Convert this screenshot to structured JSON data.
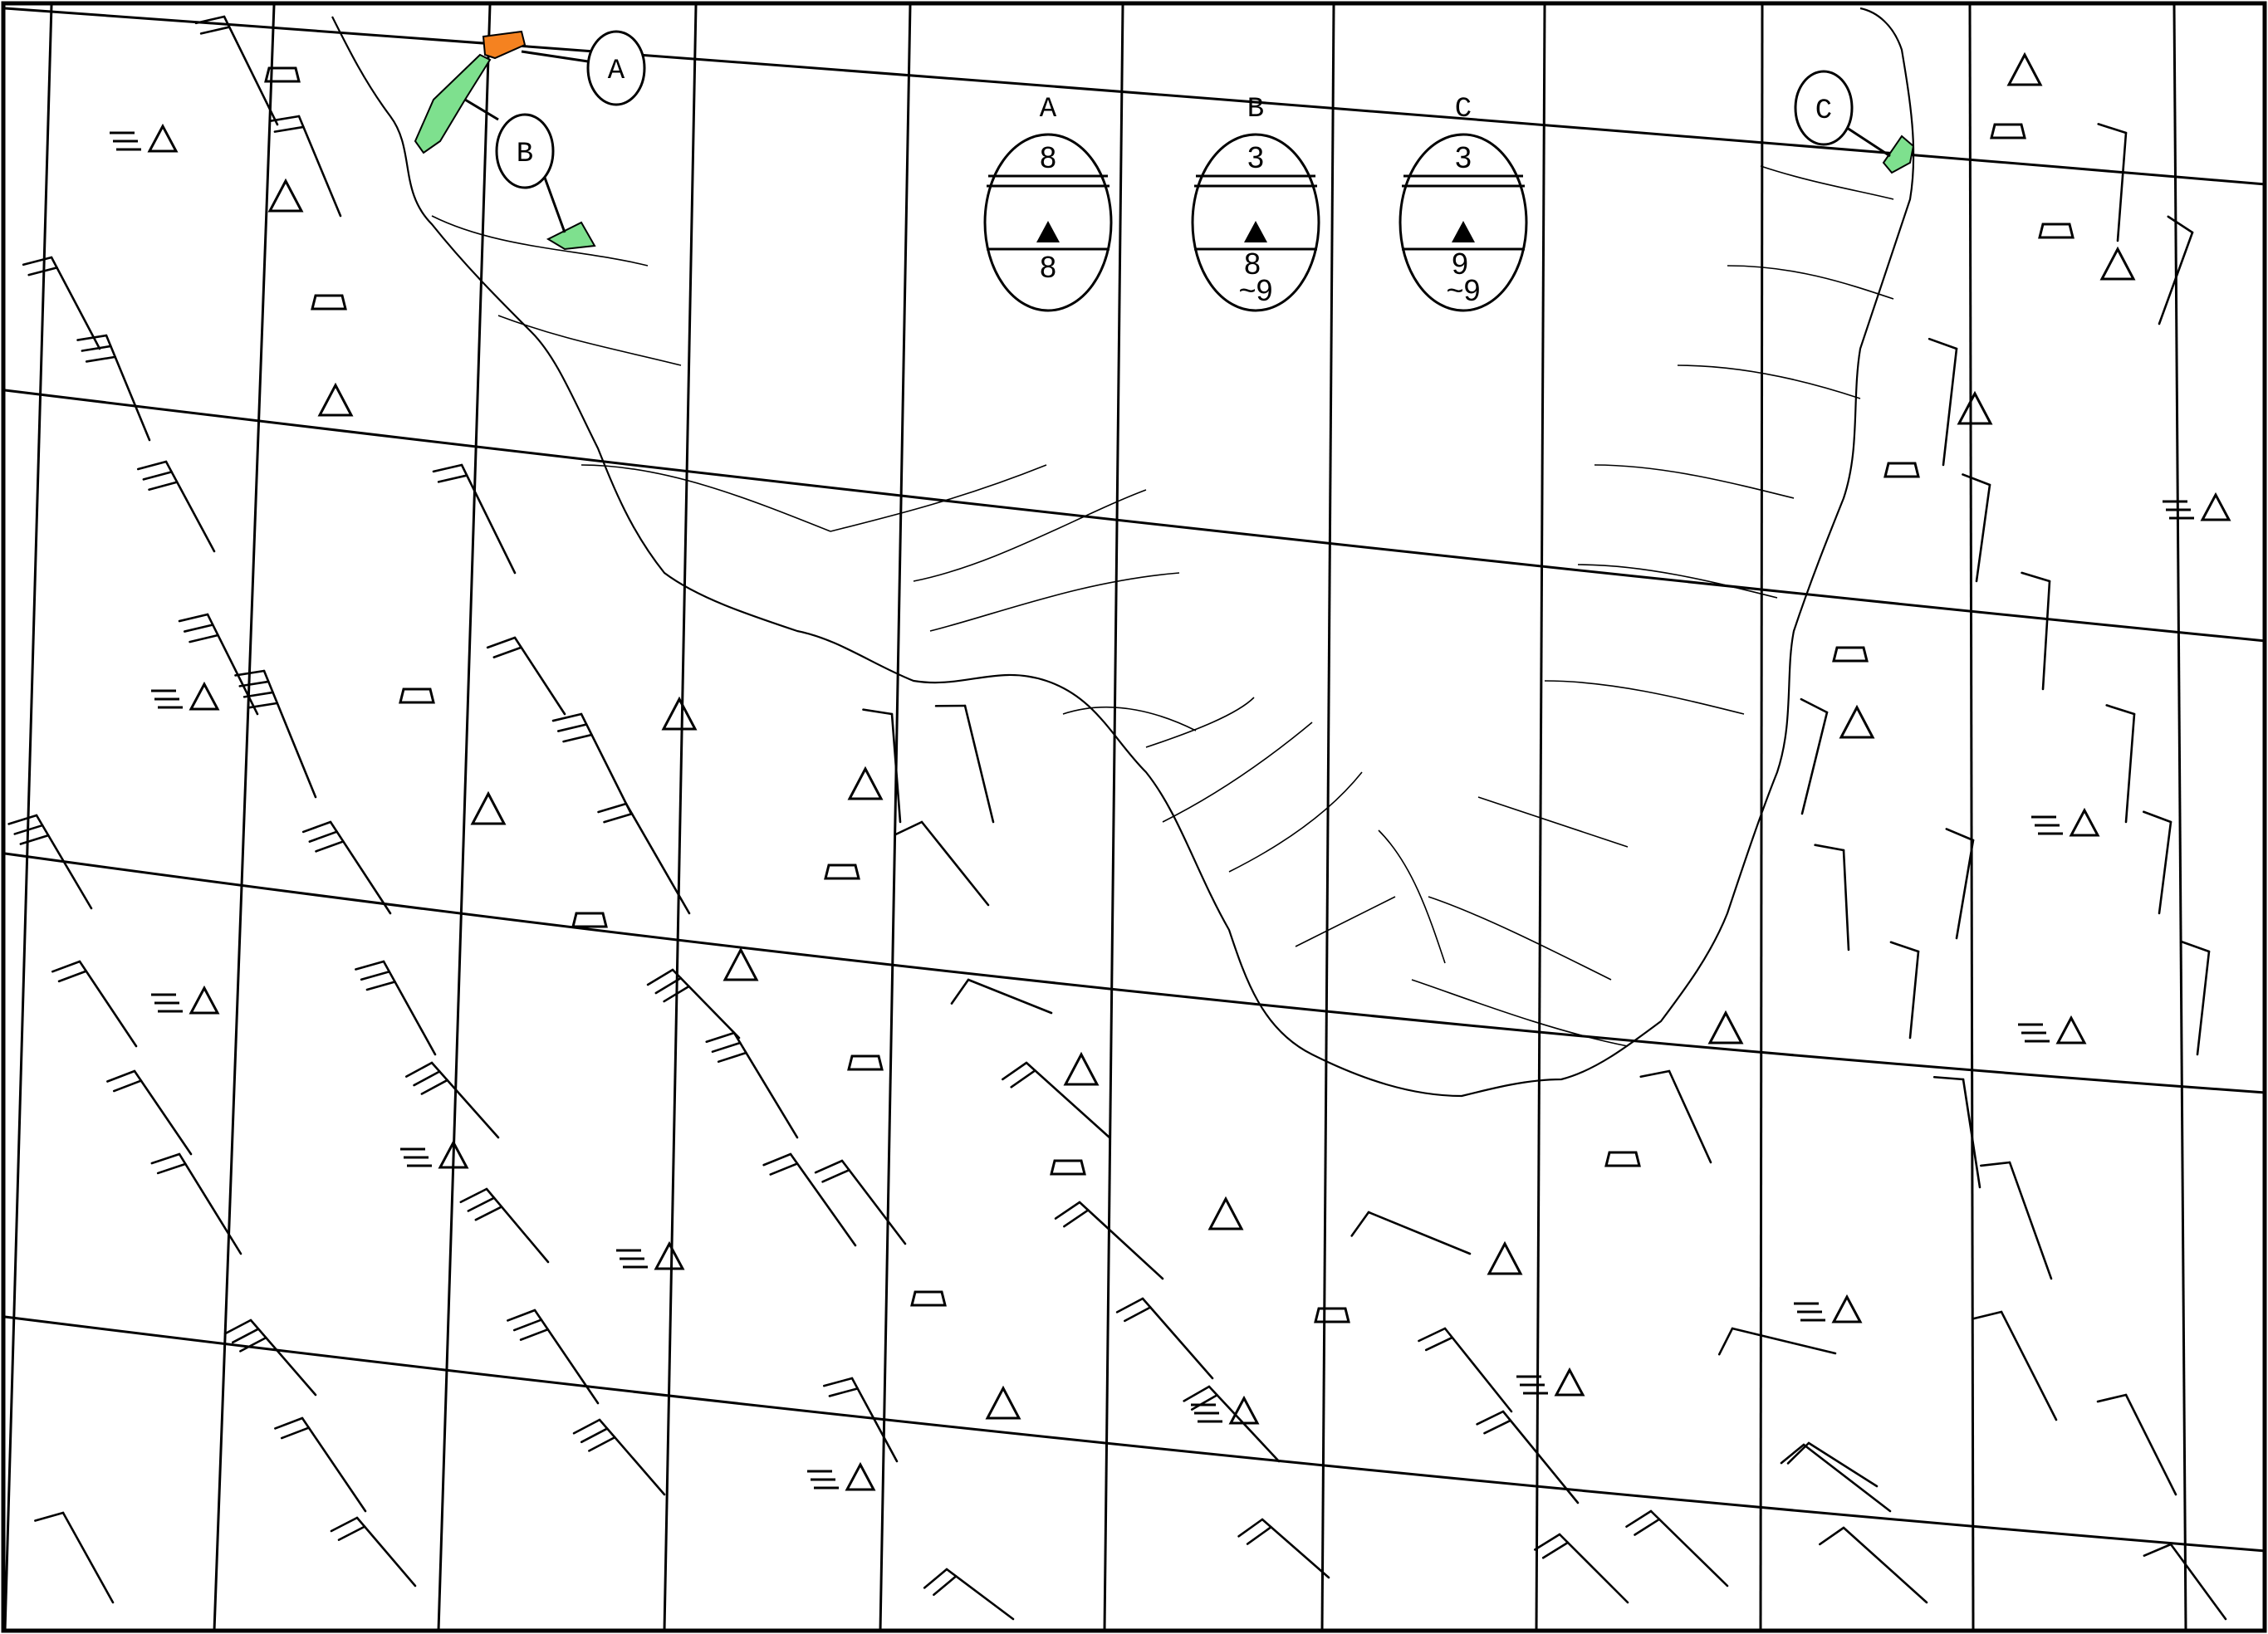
{
  "legend_boxes": [
    {
      "letter": "A",
      "top": "8",
      "bottom": "8"
    },
    {
      "letter": "B",
      "top": "3",
      "bottom": "8",
      "bottom2": "~9"
    },
    {
      "letter": "C",
      "top": "3",
      "bottom": "9",
      "bottom2": "~9"
    }
  ],
  "region_tags": [
    {
      "letter": "A"
    },
    {
      "letter": "B"
    },
    {
      "letter": "C"
    }
  ],
  "colors": {
    "warning_orange": "#f58220",
    "warning_green": "#7ee08e",
    "ink": "#000000"
  },
  "symbols": {
    "fog_haze": "fog-triangle-symbol",
    "shower": "triangle-symbol",
    "trapezoid": "trapezoid-symbol",
    "wind_barb": "wind-barb-symbol"
  }
}
